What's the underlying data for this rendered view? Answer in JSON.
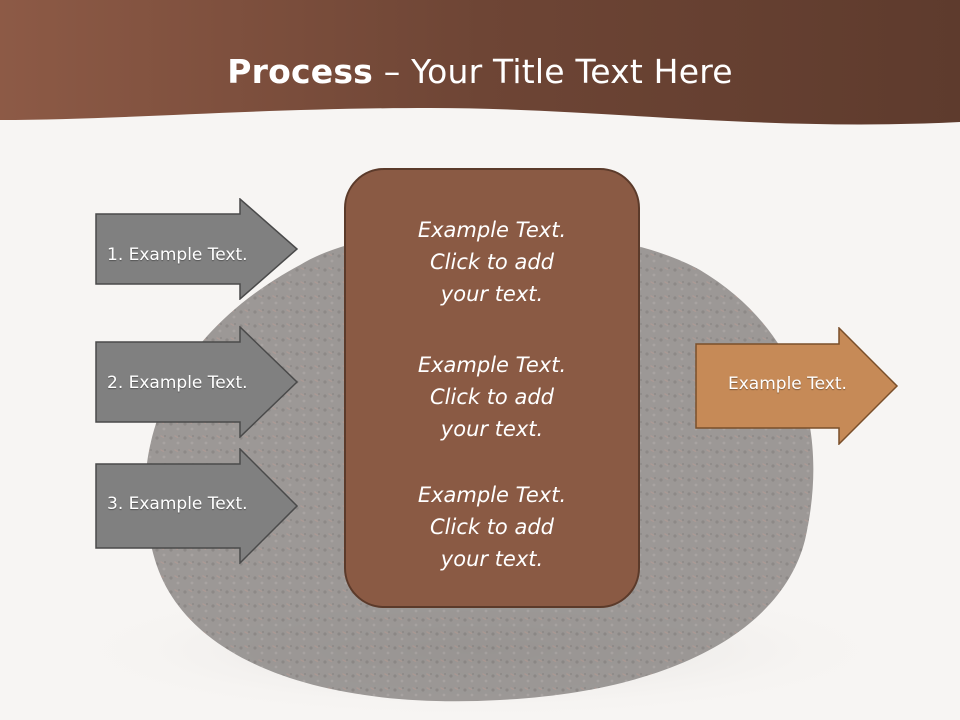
{
  "slide": {
    "title_bold": "Process",
    "title_rest": " – Your Title Text Here"
  },
  "left_arrows": [
    {
      "label": "1. Example Text."
    },
    {
      "label": "2. Example Text."
    },
    {
      "label": "3. Example Text."
    }
  ],
  "center_box": {
    "blocks": [
      {
        "lines": [
          "Example Text.",
          "Click  to add",
          "your text."
        ]
      },
      {
        "lines": [
          "Example Text.",
          "Click  to add",
          "your text."
        ]
      },
      {
        "lines": [
          "Example Text.",
          "Click  to add",
          "your text."
        ]
      }
    ]
  },
  "right_arrow": {
    "label": "Example Text."
  },
  "colors": {
    "header_brown": "#6e4535",
    "left_arrow_fill": "#808080",
    "center_box_fill": "#8a5a44",
    "right_arrow_fill": "#c68a57",
    "background": "#f7f5f3"
  }
}
